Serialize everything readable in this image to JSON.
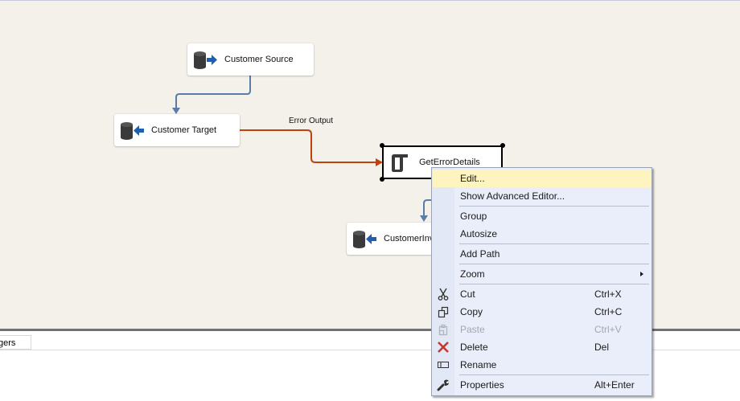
{
  "canvas": {
    "nodes": [
      {
        "id": "customer-source",
        "label": "Customer Source",
        "icon": "database-source-icon"
      },
      {
        "id": "customer-target",
        "label": "Customer Target",
        "icon": "database-destination-icon"
      },
      {
        "id": "get-error-details",
        "label": "GetErrorDetails",
        "icon": "script-component-icon",
        "selected": true
      },
      {
        "id": "customer-inv",
        "label": "CustomerInv",
        "icon": "database-destination-icon"
      }
    ],
    "paths": [
      {
        "from": "customer-source",
        "to": "customer-target",
        "type": "data",
        "color": "#5b7ba8"
      },
      {
        "from": "customer-target",
        "to": "get-error-details",
        "type": "error",
        "label": "Error Output",
        "color": "#c2410c"
      },
      {
        "from": "get-error-details",
        "to": "customer-inv",
        "type": "data",
        "color": "#5b7ba8"
      }
    ]
  },
  "bottom_panel": {
    "tab_label": "gers"
  },
  "context_menu": {
    "items": [
      {
        "label": "Edit...",
        "highlighted": true
      },
      {
        "label": "Show Advanced Editor..."
      },
      {
        "label": "Group"
      },
      {
        "label": "Autosize"
      },
      {
        "label": "Add Path"
      },
      {
        "label": "Zoom",
        "submenu": true
      },
      {
        "label": "Cut",
        "shortcut": "Ctrl+X",
        "icon": "scissors-icon"
      },
      {
        "label": "Copy",
        "shortcut": "Ctrl+C",
        "icon": "copy-icon"
      },
      {
        "label": "Paste",
        "shortcut": "Ctrl+V",
        "icon": "paste-icon",
        "disabled": true
      },
      {
        "label": "Delete",
        "shortcut": "Del",
        "icon": "delete-x-icon"
      },
      {
        "label": "Rename",
        "icon": "rename-icon"
      },
      {
        "label": "Properties",
        "shortcut": "Alt+Enter",
        "icon": "wrench-icon"
      }
    ]
  },
  "colors": {
    "canvas_bg": "#f4f1ea",
    "data_path": "#5b7ba8",
    "error_path": "#c2410c",
    "menu_bg": "#e9eefa",
    "menu_highlight": "#fdf4bf",
    "delete_red": "#c0392b"
  }
}
